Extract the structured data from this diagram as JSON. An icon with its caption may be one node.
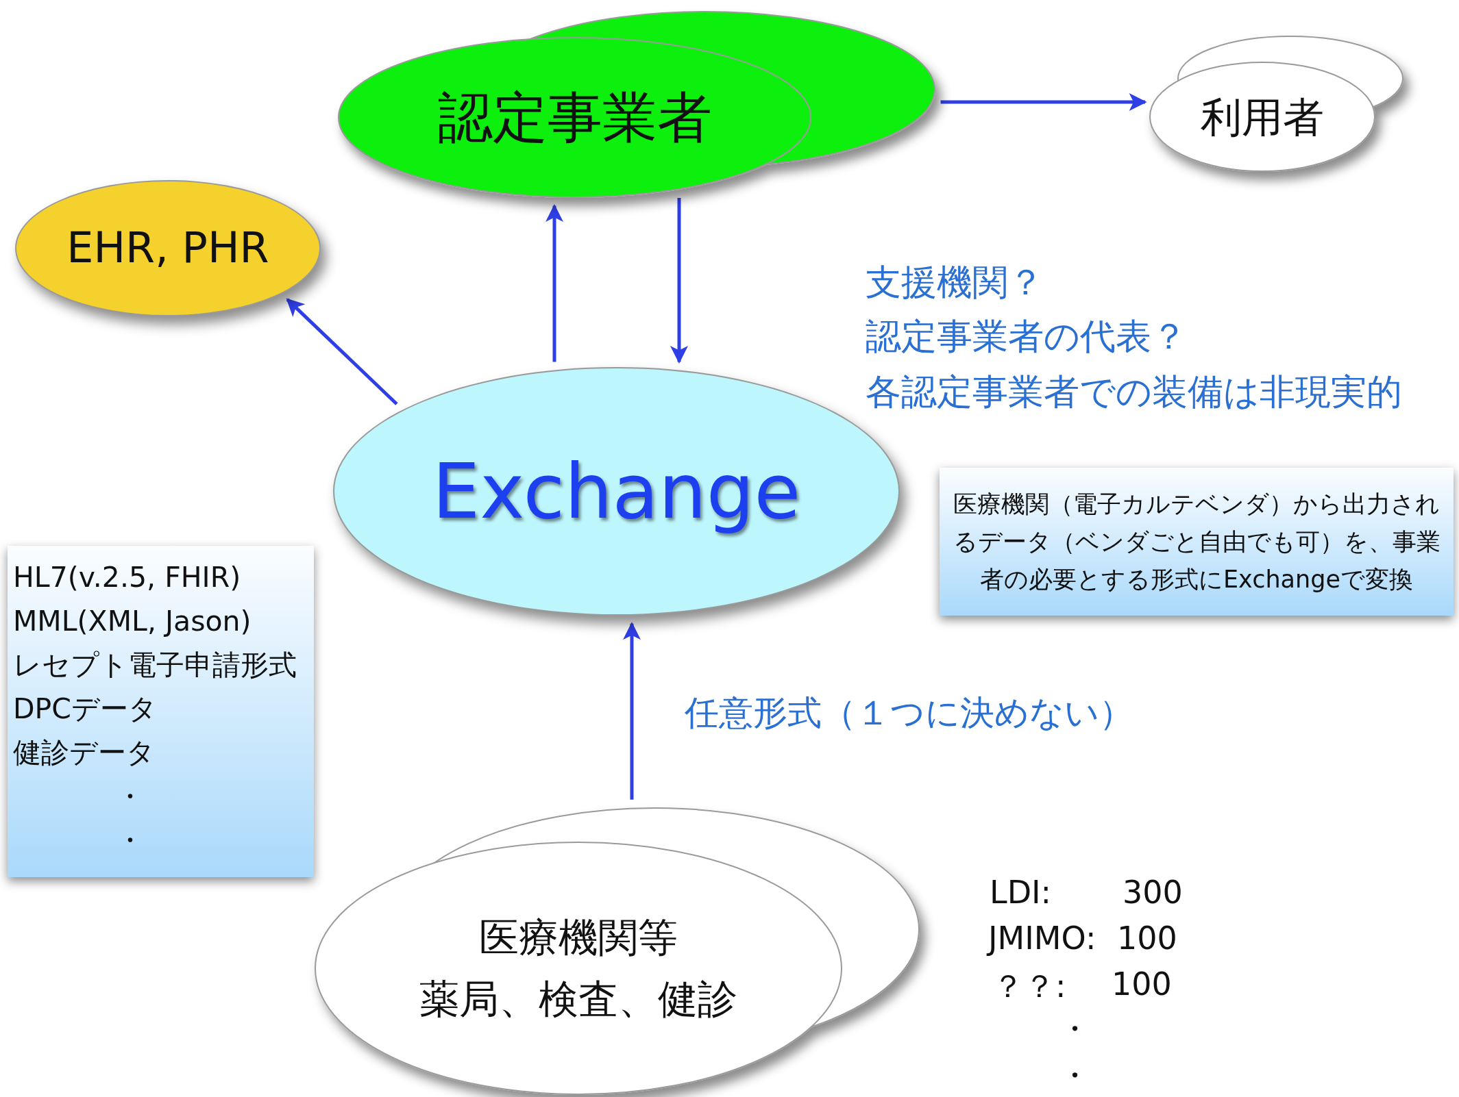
{
  "diagram": {
    "nodes": [
      {
        "text": [
          "認定事業者"
        ]
      },
      {
        "text": [
          "利用者"
        ]
      },
      {
        "text": [
          "EHR, PHR"
        ]
      },
      {
        "text": [
          "Exchange"
        ]
      },
      {
        "text": [
          "医療機関（電子カルテベンダ）から出力されるデータ（ベンダごと自由でも可）を、事業者の必要とする形式にExchangeで変換"
        ]
      },
      {
        "text": [
          "HL7(v.2.5, FHIR)",
          "MML(XML, Jason)",
          "レセプト電子申請形式",
          "DPCデータ",
          "健診データ",
          "・",
          "・"
        ]
      },
      {
        "text": [
          "医療機関等",
          "薬局、検査、健診"
        ]
      }
    ],
    "edges": [
      {
        "from": 0,
        "to": 1,
        "arrow": "to"
      },
      {
        "from": 3,
        "to": 2,
        "arrow": "to"
      },
      {
        "from": 3,
        "to": 0,
        "arrow": "to"
      },
      {
        "from": 0,
        "to": 3,
        "arrow": "to"
      },
      {
        "from": 6,
        "to": 3,
        "arrow": "to",
        "label": "任意形式（１つに決めない）"
      }
    ],
    "labels": [
      "支援機関？",
      "認定事業者の代表？",
      "各認定事業者での装備は非現実的",
      "LDI:",
      "300",
      "JMIMO:",
      "100",
      "？？:",
      "100",
      "・",
      "・"
    ]
  }
}
